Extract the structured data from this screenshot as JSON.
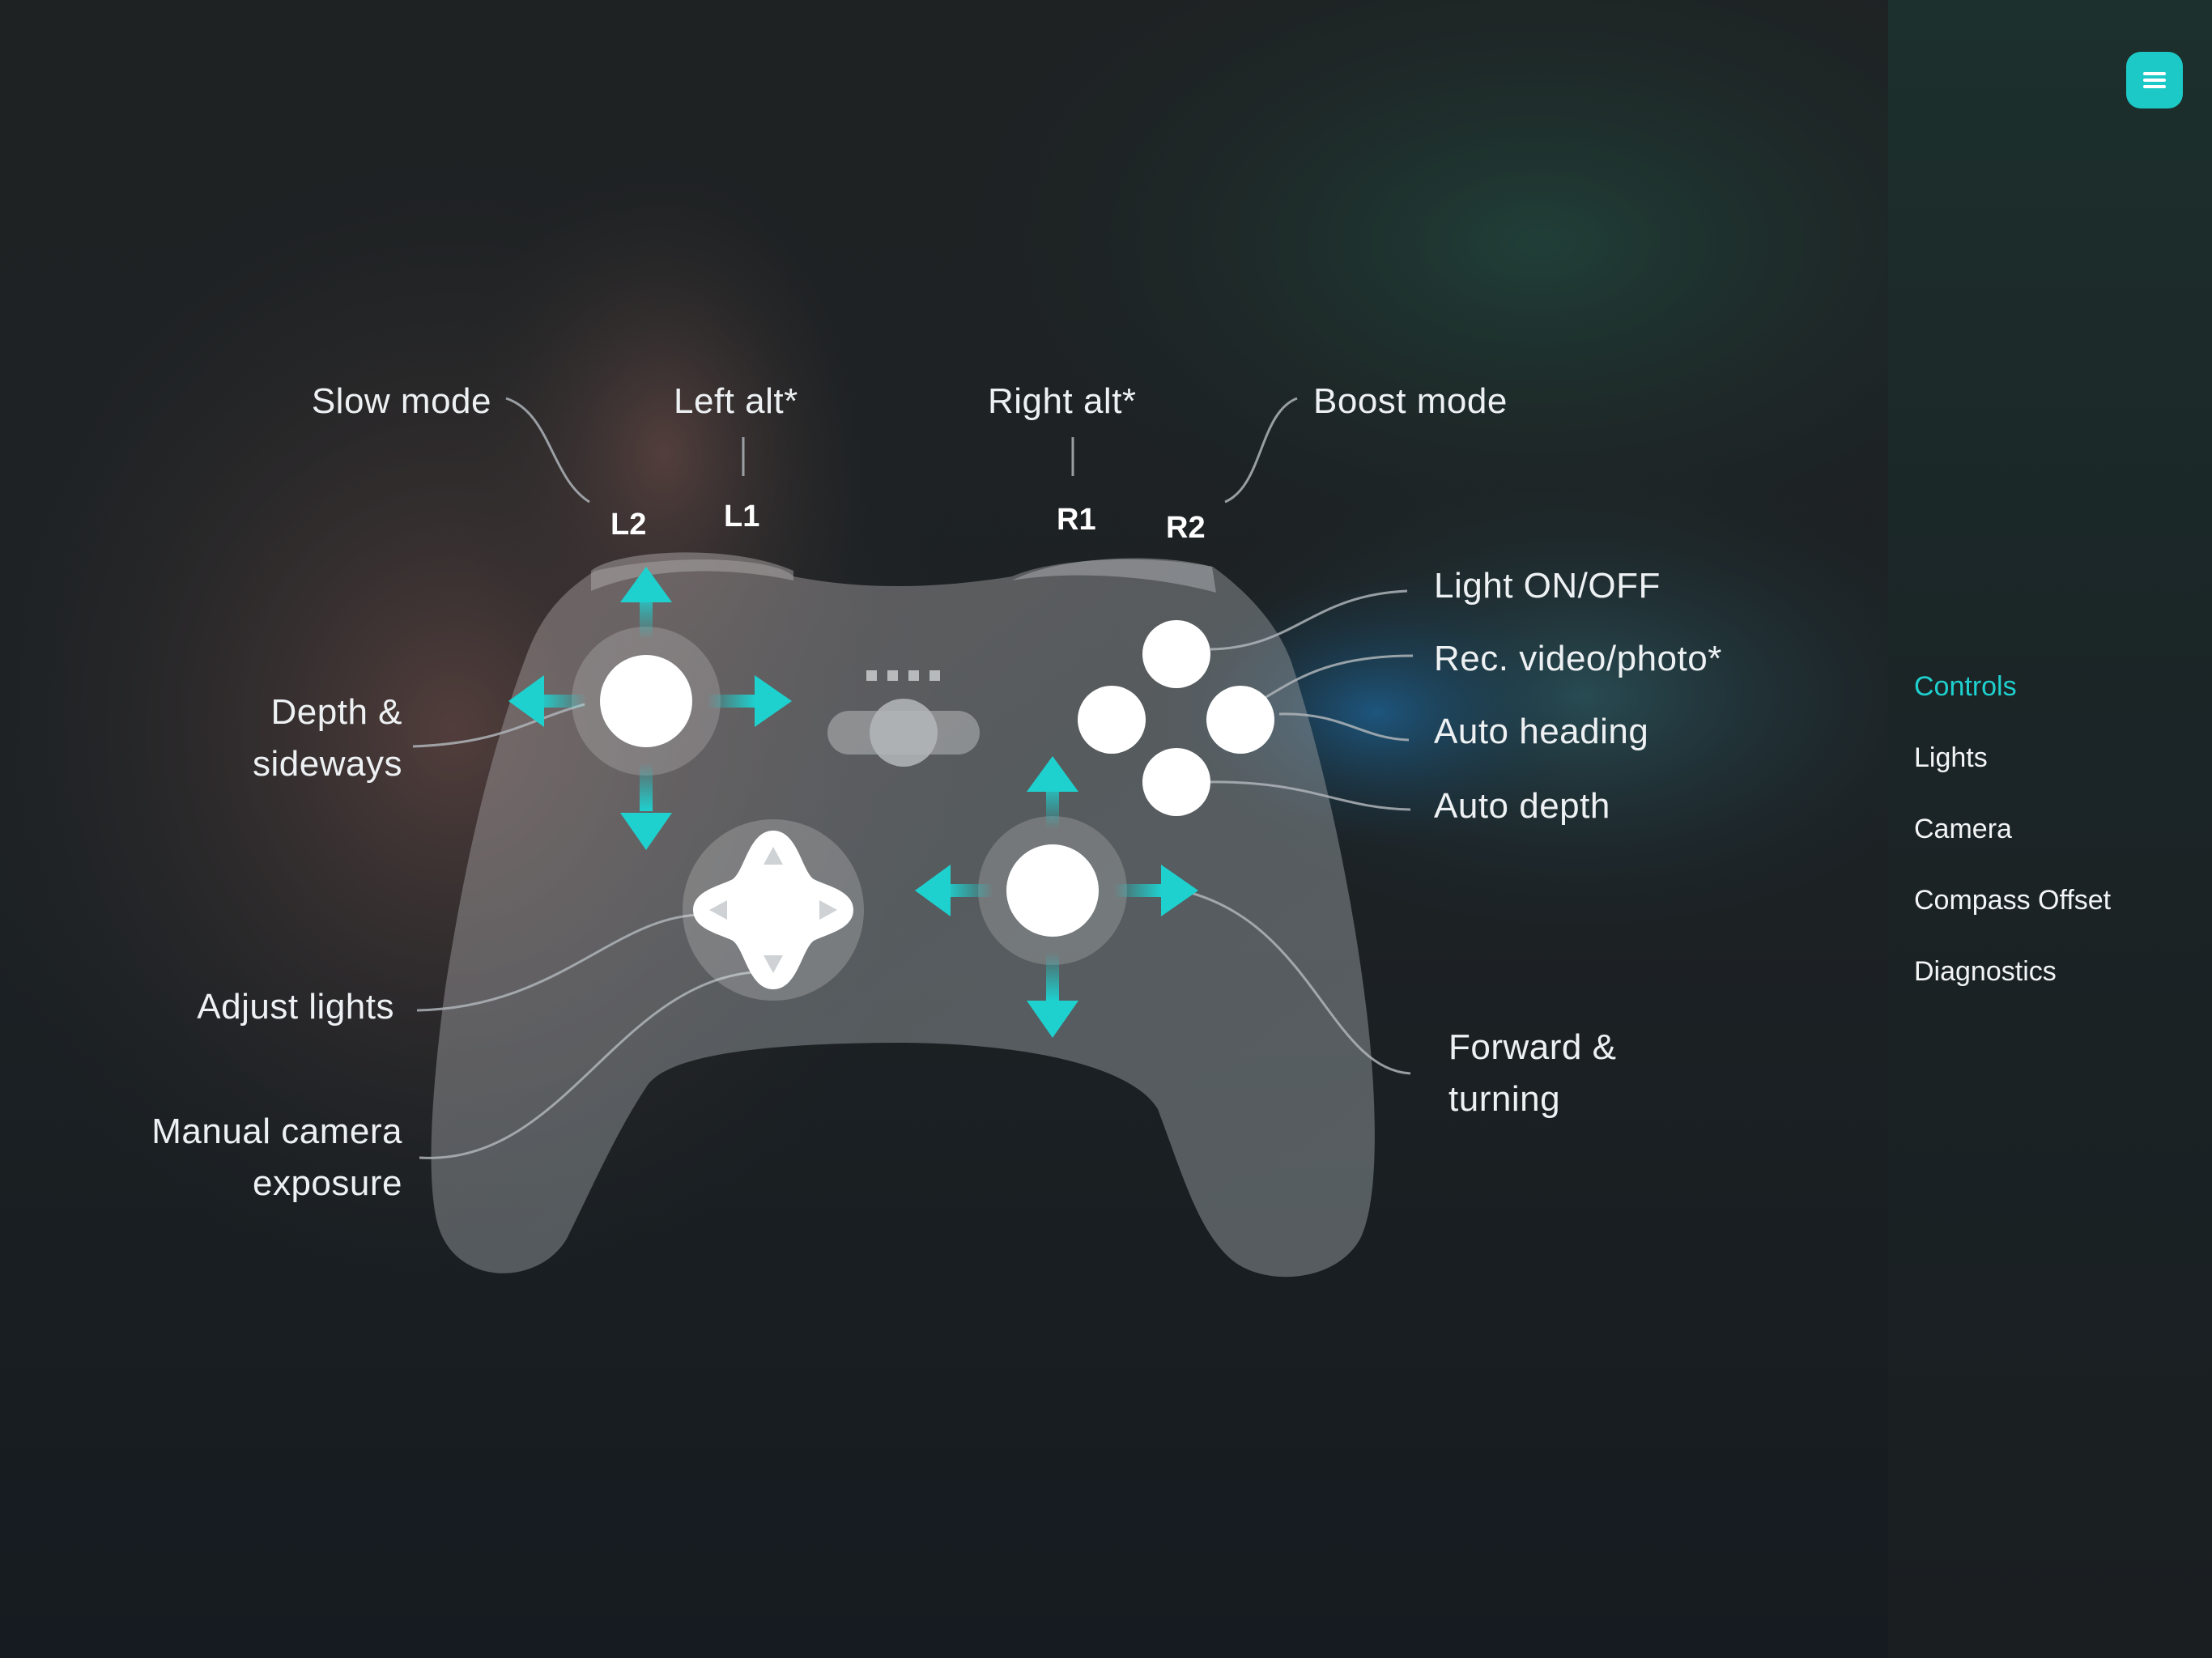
{
  "colors": {
    "accent": "#1ed1cf",
    "menu_button": "#1cc9c6",
    "text": "#eef1f3"
  },
  "menu_button": {
    "icon": "hamburger-menu-icon"
  },
  "nav": {
    "items": [
      {
        "label": "Controls",
        "active": true
      },
      {
        "label": "Lights",
        "active": false
      },
      {
        "label": "Camera",
        "active": false
      },
      {
        "label": "Compass Offset",
        "active": false
      },
      {
        "label": "Diagnostics",
        "active": false
      }
    ]
  },
  "controller": {
    "shoulder_buttons": {
      "l2": "L2",
      "l1": "L1",
      "r1": "R1",
      "r2": "R2"
    },
    "labels": {
      "slow_mode": "Slow mode",
      "left_alt": "Left alt*",
      "right_alt": "Right alt*",
      "boost_mode": "Boost mode",
      "depth_sideways_line1": "Depth &",
      "depth_sideways_line2": "sideways",
      "light_on_off": "Light ON/OFF",
      "rec_video_photo": "Rec. video/photo*",
      "auto_heading": "Auto heading",
      "auto_depth": "Auto depth",
      "adjust_lights": "Adjust lights",
      "manual_camera_line1": "Manual camera",
      "manual_camera_line2": "exposure",
      "forward_turning_line1": "Forward &",
      "forward_turning_line2": "turning"
    }
  }
}
